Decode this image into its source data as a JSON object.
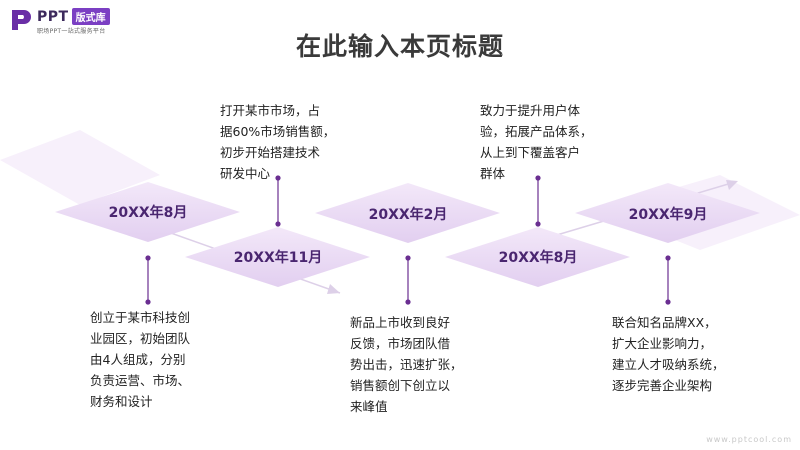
{
  "logo": {
    "name": "PPT",
    "badge": "版式库",
    "tagline": "职场PPT一站式服务平台"
  },
  "title": "在此输入本页标题",
  "milestones": [
    {
      "date": "20XX年8月",
      "desc": "创立于某市科技创\n业园区，初始团队\n由4人组成，分别\n负责运营、市场、\n财务和设计"
    },
    {
      "date": "20XX年11月",
      "desc": "打开某市市场，占\n据60%市场销售额，\n初步开始搭建技术\n研发中心"
    },
    {
      "date": "20XX年2月",
      "desc": "新品上市收到良好\n反馈，市场团队借\n势出击，迅速扩张，\n销售额创下创立以\n来峰值"
    },
    {
      "date": "20XX年8月",
      "desc": "致力于提升用户体\n验，拓展产品体系，\n从上到下覆盖客户\n群体"
    },
    {
      "date": "20XX年9月",
      "desc": "联合知名品牌XX，\n扩大企业影响力，\n建立人才吸纳系统，\n逐步完善企业架构"
    }
  ],
  "watermark": "www.pptcool.com",
  "colors": {
    "accent": "#6a2e91",
    "diamond": "#e9d6f3",
    "text": "#4a2670"
  }
}
